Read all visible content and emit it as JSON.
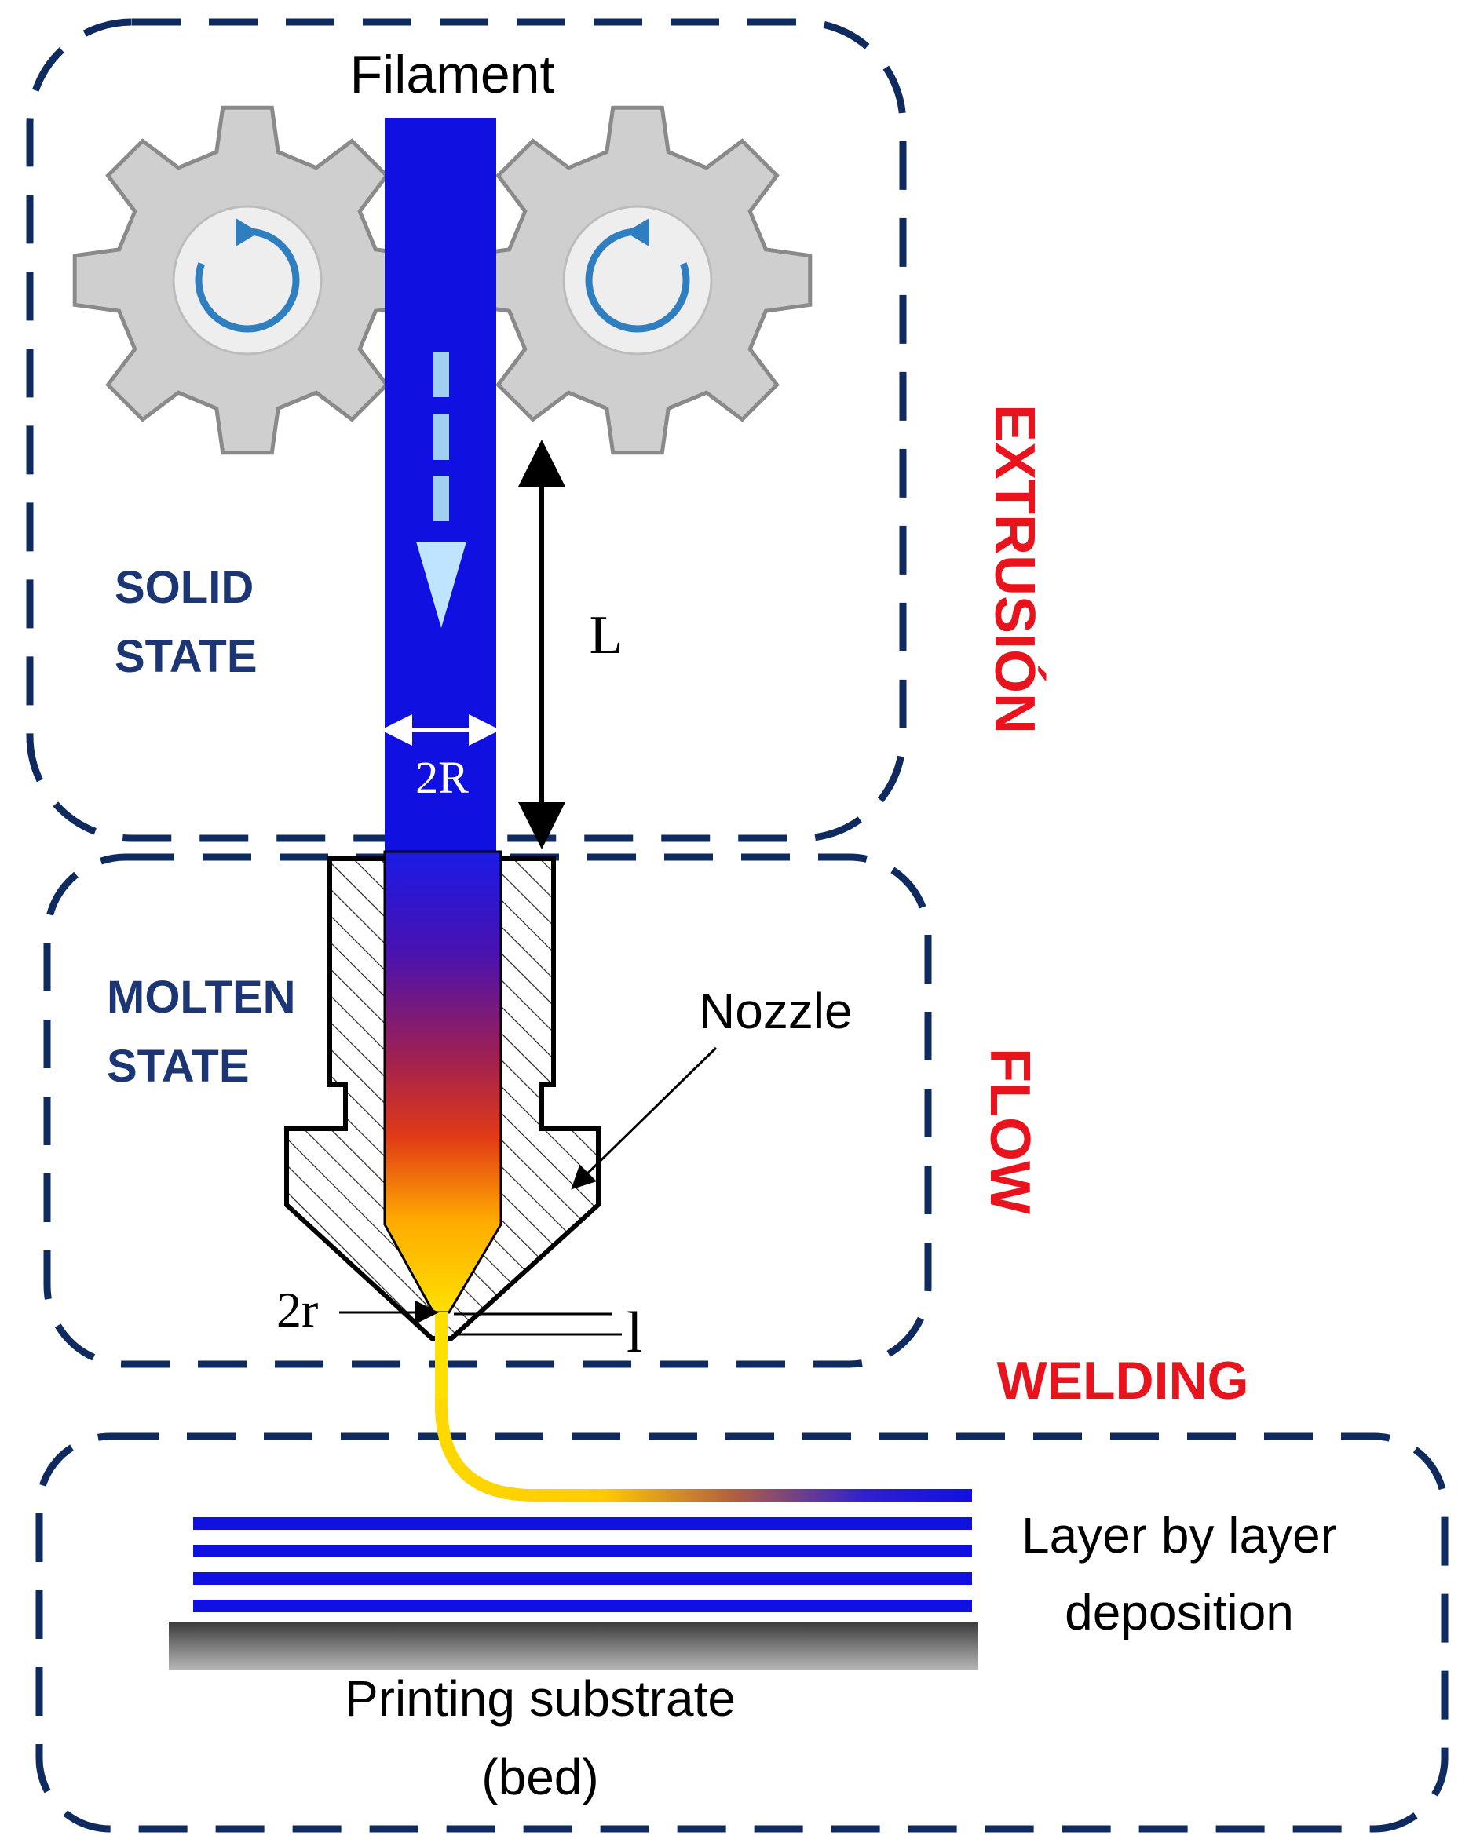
{
  "labels": {
    "filament": "Filament",
    "solid_state_line1": "SOLID",
    "solid_state_line2": "STATE",
    "molten_state_line1": "MOLTEN",
    "molten_state_line2": "STATE",
    "extrusion": "EXTRUSIÓN",
    "flow": "FLOW",
    "welding": "WELDING",
    "length_symbol": "L",
    "filament_diameter": "2R",
    "nozzle": "Nozzle",
    "nozzle_diameter": "2r",
    "nozzle_length": "l",
    "layer_line1": "Layer by layer",
    "layer_line2": "deposition",
    "substrate_line1": "Printing substrate",
    "substrate_line2": "(bed)"
  },
  "colors": {
    "region_border": "#0e2a5e",
    "phase_label": "#e8131c",
    "state_label": "#1c3574",
    "filament": "#1010e0",
    "gear_fill": "#cfcfcf",
    "gear_stroke": "#8a8a8a",
    "rotation_arrow": "#2f7fc0",
    "hot_filament": "#ffd000"
  }
}
